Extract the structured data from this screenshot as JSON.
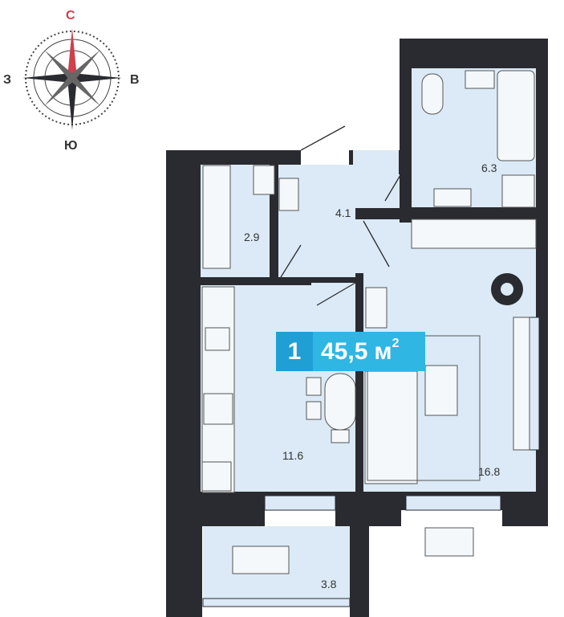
{
  "compass": {
    "north": "С",
    "south": "Ю",
    "west": "З",
    "east": "В"
  },
  "badge": {
    "rooms": "1",
    "area": "45,5",
    "unit": "м",
    "unit_power": "2"
  },
  "rooms": {
    "bathroom": "6.3",
    "hall": "4.1",
    "wardrobe": "2.9",
    "kitchen": "11.6",
    "living": "16.8",
    "balcony": "3.8"
  },
  "colors": {
    "wall": "#2a2b30",
    "floor": "#dbeaf6",
    "badge_dark": "#1f9fd4",
    "badge_light": "#2fb6e2",
    "compass_north": "#d0404a"
  }
}
